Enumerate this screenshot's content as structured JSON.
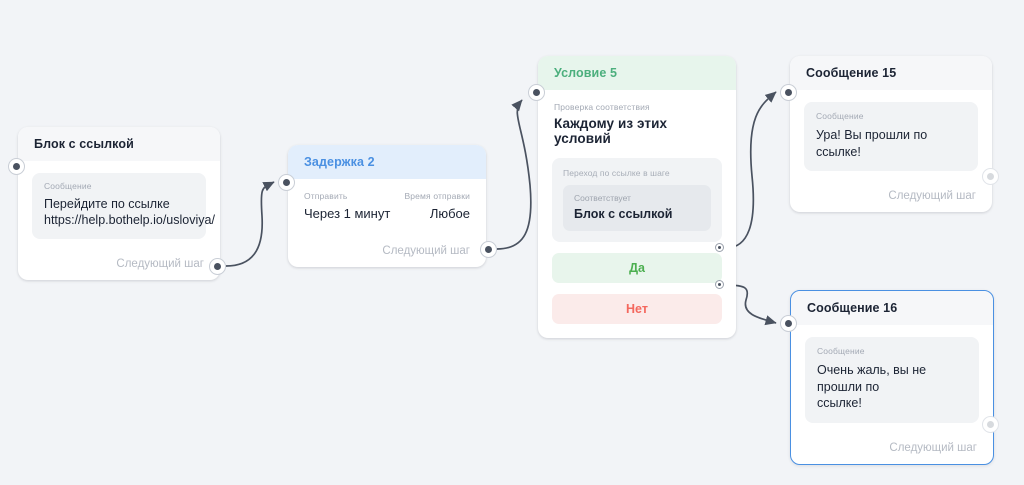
{
  "canvas": {
    "background": "#f2f4f7",
    "accent_blue": "#4a90e2",
    "accent_green": "#4caf7d",
    "accent_red": "#f4685e"
  },
  "nodes": [
    {
      "id": "link-block",
      "type": "message",
      "title": "Блок с ссылкой",
      "message_label": "Сообщение",
      "message_text": "Перейдите по ссылке\nhttps://help.bothelp.io/usloviya/",
      "message_line1": "Перейдите по ссылке",
      "message_line2": "https://help.bothelp.io/usloviya/",
      "next_step_label": "Следующий шаг"
    },
    {
      "id": "delay-2",
      "type": "delay",
      "title": "Задержка 2",
      "send_label": "Отправить",
      "send_value": "Через 1 минут",
      "time_label": "Время отправки",
      "time_value": "Любое",
      "next_step_label": "Следующий шаг"
    },
    {
      "id": "condition-5",
      "type": "condition",
      "title": "Условие 5",
      "check_label": "Проверка соответствия",
      "check_value": "Каждому из этих условий",
      "rule_label": "Переход по ссылке в шаге",
      "rule_match_label": "Соответствует",
      "rule_match_value": "Блок с ссылкой",
      "branch_yes": "Да",
      "branch_no": "Нет"
    },
    {
      "id": "message-15",
      "type": "message",
      "title": "Сообщение 15",
      "message_label": "Сообщение",
      "message_line1": "Ура! Вы прошли по ссылке!",
      "message_line2": "",
      "next_step_label": "Следующий шаг"
    },
    {
      "id": "message-16",
      "type": "message",
      "selected": true,
      "title": "Сообщение 16",
      "message_label": "Сообщение",
      "message_line1": "Очень жаль, вы не прошли по",
      "message_line2": "ссылке!",
      "next_step_label": "Следующий шаг"
    }
  ]
}
